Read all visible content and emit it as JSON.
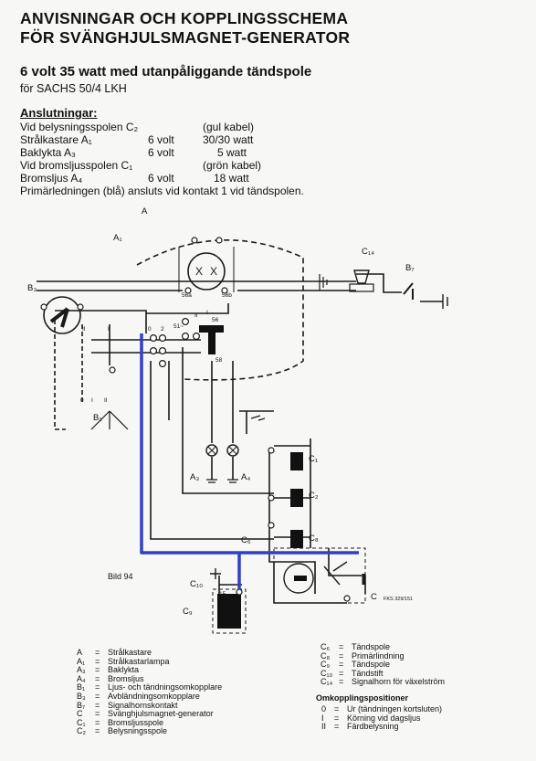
{
  "header": {
    "title_line1": "ANVISNINGAR OCH KOPPLINGSSCHEMA",
    "title_line2": "FÖR SVÄNGHJULSMAGNET-GENERATOR",
    "subtitle": "6 volt 35 watt med utanpåliggande tändspole",
    "model": "för SACHS 50/4 LKH"
  },
  "connections": {
    "title": "Anslutningar:",
    "rows": [
      {
        "name": "Vid belysningsspolen C₂",
        "volt": "",
        "value": "(gul kabel)"
      },
      {
        "name": "Strålkastare A₁",
        "volt": "6 volt",
        "value": "30/30 watt"
      },
      {
        "name": "Baklykta A₃",
        "volt": "6 volt",
        "value": "5 watt"
      },
      {
        "name": "Vid bromsljusspolen C₁",
        "volt": "",
        "value": "(grön kabel)"
      },
      {
        "name": "Bromsljus A₄",
        "volt": "6 volt",
        "value": "18 watt"
      }
    ],
    "note": "Primärledningen (blå) ansluts vid kontakt 1 vid tändspolen."
  },
  "diagram": {
    "figure_label": "Bild 94",
    "reference": "FKS 329/151",
    "labels": {
      "A": "A",
      "A1": "A₁",
      "A3": "A₃",
      "A4": "A₄",
      "B1": "B₁",
      "B3": "B₃",
      "B7": "B₇",
      "C": "C",
      "C1": "C₁",
      "C2": "C₂",
      "C6": "C₆",
      "C8": "C₈",
      "C9": "C₉",
      "C10": "C₁₀",
      "C14": "C₁₄",
      "k56a": "56a",
      "k56b": "56b",
      "k56": "56",
      "k58": "58",
      "kI": "I",
      "kII": "II",
      "k0": "0",
      "k2": "2",
      "k1": "1",
      "k51": "51~",
      "pos0": "0",
      "posI": "I",
      "posII": "II",
      "t15": "15"
    },
    "colors": {
      "line": "#1a1a1a",
      "primary_wire": "#3340c4"
    }
  },
  "legend": {
    "left": [
      {
        "key": "A",
        "value": "Strålkastare"
      },
      {
        "key": "A₁",
        "value": "Strålkastarlampa"
      },
      {
        "key": "A₃",
        "value": "Baklykta"
      },
      {
        "key": "A₄",
        "value": "Bromsljus"
      },
      {
        "key": "B₁",
        "value": "Ljus- och tändningsomkopplare"
      },
      {
        "key": "B₃",
        "value": "Avbländningsomkopplare"
      },
      {
        "key": "B₇",
        "value": "Signalhornskontakt"
      },
      {
        "key": "C",
        "value": "Svänghjulsmagnet-generator"
      },
      {
        "key": "C₁",
        "value": "Bromsljusspole"
      },
      {
        "key": "C₂",
        "value": "Belysningsspole"
      }
    ],
    "right": [
      {
        "key": "C₆",
        "value": "Tändspole"
      },
      {
        "key": "C₈",
        "value": "Primärlindning"
      },
      {
        "key": "C₉",
        "value": "Tändspole"
      },
      {
        "key": "C₁₀",
        "value": "Tändstift"
      },
      {
        "key": "C₁₄",
        "value": "Signalhorn för växelström"
      }
    ],
    "positions_title": "Omkopplingspositioner",
    "positions": [
      {
        "key": "0",
        "value": "Ur (tändningen kortsluten)"
      },
      {
        "key": "I",
        "value": "Körning vid dagsljus"
      },
      {
        "key": "II",
        "value": "Färdbelysning"
      }
    ]
  }
}
